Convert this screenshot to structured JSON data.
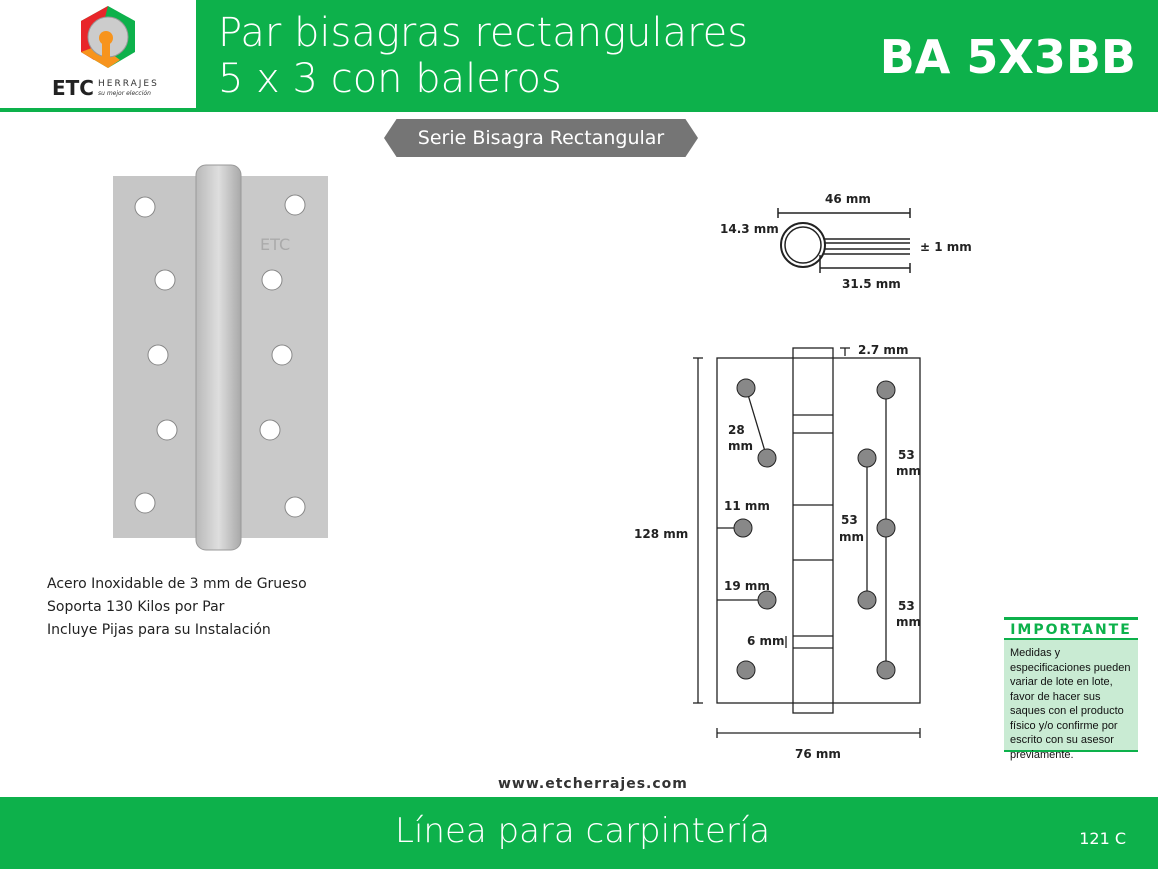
{
  "brand": {
    "name": "ETC",
    "sub": "HERRAJES",
    "tagline": "su mejor elección"
  },
  "header": {
    "title_line1": "Par bisagras rectangulares",
    "title_line2": "5 x 3  con baleros",
    "code": "BA 5X3BB"
  },
  "serie": "Serie Bisagra Rectangular",
  "photo": {
    "engraving": "ETC"
  },
  "specs": [
    "Acero Inoxidable de 3 mm de Grueso",
    "Soporta 130 Kilos por Par",
    "Incluye Pijas para su Instalación"
  ],
  "top_view": {
    "width": "46 mm",
    "diameter": "14.3 mm",
    "thickness": "± 1 mm",
    "leaf": "31.5 mm"
  },
  "front_view": {
    "knuckle": "2.7 mm",
    "height": "128 mm",
    "width": "76 mm",
    "hole_diag": "28",
    "hole_diag_unit": "mm",
    "edge1": "11 mm",
    "edge2": "19 mm",
    "gap": "6 mm",
    "spacing_mid": "53",
    "spacing_right1": "53",
    "spacing_right2": "53",
    "unit": "mm"
  },
  "important": {
    "title": "IMPORTANTE",
    "text": "Medidas y especificaciones pueden variar de lote en lote, favor de hacer sus saques con el producto físico y/o confirme por escrito con su asesor previamente."
  },
  "website": "www.etcherrajes.com",
  "footer": {
    "line": "Línea para carpintería",
    "page": "121  C"
  },
  "colors": {
    "green": "#0db14b",
    "gray": "#757575"
  }
}
